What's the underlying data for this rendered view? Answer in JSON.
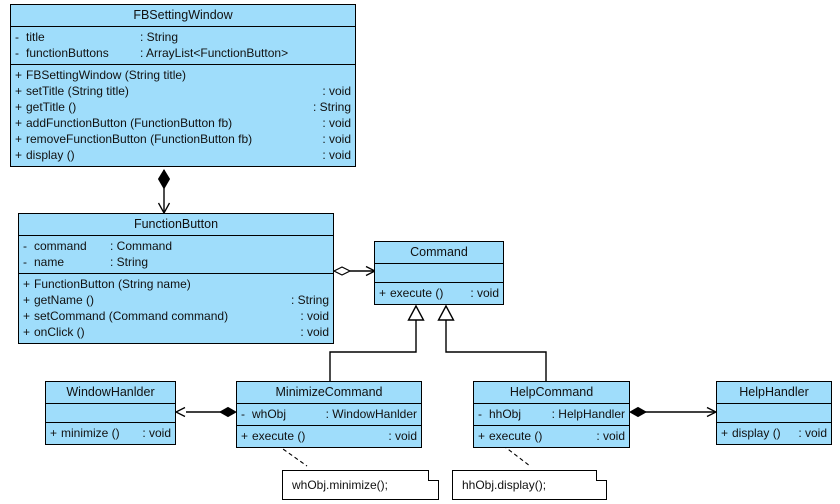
{
  "diagram": {
    "type": "uml-class-diagram",
    "colors": {
      "class_fill": "#9FDDFB",
      "border": "#000000",
      "note_fill": "#FFFFFF",
      "background": "#FFFFFF",
      "text": "#111111"
    },
    "classes": [
      {
        "id": "fbsettingwindow",
        "name": "FBSettingWindow",
        "attributes": [
          {
            "visibility": "-",
            "name": "title",
            "type": ": String"
          },
          {
            "visibility": "-",
            "name": "functionButtons",
            "type": ": ArrayList<FunctionButton>"
          }
        ],
        "methods": [
          {
            "visibility": "+",
            "name": "FBSettingWindow (String title)",
            "type": ""
          },
          {
            "visibility": "+",
            "name": "setTitle (String title)",
            "type": ": void"
          },
          {
            "visibility": "+",
            "name": "getTitle ()",
            "type": ": String"
          },
          {
            "visibility": "+",
            "name": "addFunctionButton (FunctionButton fb)",
            "type": ": void"
          },
          {
            "visibility": "+",
            "name": "removeFunctionButton (FunctionButton fb)",
            "type": ": void"
          },
          {
            "visibility": "+",
            "name": "display ()",
            "type": ": void"
          }
        ]
      },
      {
        "id": "functionbutton",
        "name": "FunctionButton",
        "attributes": [
          {
            "visibility": "-",
            "name": "command",
            "type": ": Command"
          },
          {
            "visibility": "-",
            "name": "name",
            "type": ": String"
          }
        ],
        "methods": [
          {
            "visibility": "+",
            "name": "FunctionButton (String name)",
            "type": ""
          },
          {
            "visibility": "+",
            "name": "getName ()",
            "type": ": String"
          },
          {
            "visibility": "+",
            "name": "setCommand (Command command)",
            "type": ": void"
          },
          {
            "visibility": "+",
            "name": "onClick ()",
            "type": ": void"
          }
        ]
      },
      {
        "id": "command",
        "name": "Command",
        "attributes": [],
        "methods": [
          {
            "visibility": "+",
            "name": "execute ()",
            "type": ": void"
          }
        ]
      },
      {
        "id": "windowhanlder",
        "name": "WindowHanlder",
        "attributes": [],
        "methods": [
          {
            "visibility": "+",
            "name": "minimize ()",
            "type": ": void"
          }
        ]
      },
      {
        "id": "minimizecommand",
        "name": "MinimizeCommand",
        "attributes": [
          {
            "visibility": "-",
            "name": "whObj",
            "type": ": WindowHanlder"
          }
        ],
        "methods": [
          {
            "visibility": "+",
            "name": "execute ()",
            "type": ": void"
          }
        ]
      },
      {
        "id": "helpcommand",
        "name": "HelpCommand",
        "attributes": [
          {
            "visibility": "-",
            "name": "hhObj",
            "type": ": HelpHandler"
          }
        ],
        "methods": [
          {
            "visibility": "+",
            "name": "execute ()",
            "type": ": void"
          }
        ]
      },
      {
        "id": "helphandler",
        "name": "HelpHandler",
        "attributes": [],
        "methods": [
          {
            "visibility": "+",
            "name": "display ()",
            "type": ": void"
          }
        ]
      }
    ],
    "notes": [
      {
        "id": "note-minimize",
        "text": "whObj.minimize();",
        "attached_to": "minimizecommand"
      },
      {
        "id": "note-help",
        "text": "hhObj.display();",
        "attached_to": "helpcommand"
      }
    ],
    "relationships": [
      {
        "from": "fbsettingwindow",
        "to": "functionbutton",
        "kind": "composition"
      },
      {
        "from": "functionbutton",
        "to": "command",
        "kind": "aggregation"
      },
      {
        "from": "minimizecommand",
        "to": "command",
        "kind": "generalization"
      },
      {
        "from": "helpcommand",
        "to": "command",
        "kind": "generalization"
      },
      {
        "from": "minimizecommand",
        "to": "windowhanlder",
        "kind": "composition"
      },
      {
        "from": "helpcommand",
        "to": "helphandler",
        "kind": "composition"
      }
    ]
  }
}
